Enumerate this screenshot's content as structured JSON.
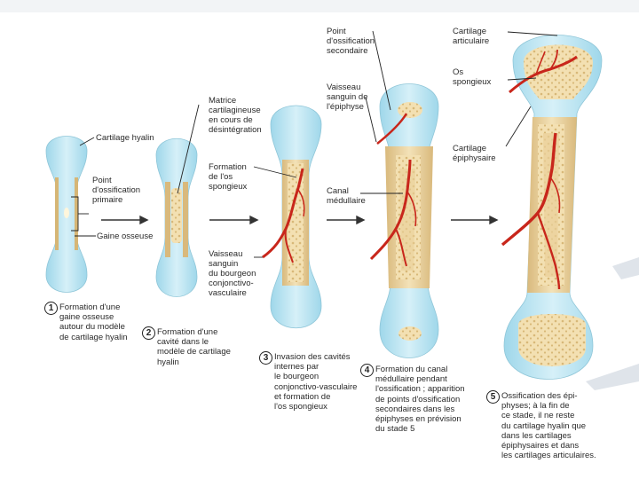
{
  "labels": {
    "cartilage_hyalin": "Cartilage hyalin",
    "point_ossification_primaire": "Point\nd'ossification\nprimaire",
    "gaine_osseuse": "Gaine osseuse",
    "matrice": "Matrice\ncartilagineuse\nen cours de\ndésintégration",
    "formation_os_spongieux": "Formation\nde l'os\nspongieux",
    "vaisseau_bourgeon": "Vaisseau\nsanguin\ndu bourgeon\nconjonctivo-\nvasculaire",
    "point_ossification_secondaire": "Point\nd'ossification\nsecondaire",
    "vaisseau_epiphyse": "Vaisseau\nsanguin de\nl'épiphyse",
    "canal_medullaire": "Canal\nmédullaire",
    "cartilage_articulaire": "Cartilage\narticulaire",
    "os_spongieux": "Os\nspongieux",
    "cartilage_epiphysaire": "Cartilage\népiphysaire"
  },
  "steps": [
    {
      "number": "1",
      "caption": "Formation d'une\ngaine osseuse\nautour du modèle\nde cartilage hyalin"
    },
    {
      "number": "2",
      "caption": "Formation d'une\ncavité dans le\nmodèle de cartilage\nhyalin"
    },
    {
      "number": "3",
      "caption": "Invasion des cavités\ninternes par\nle bourgeon\nconjonctivo-vasculaire\net formation de\nl'os spongieux"
    },
    {
      "number": "4",
      "caption": "Formation du canal\nmédullaire pendant\nl'ossification ; apparition\nde points d'ossification\nsecondaires dans les\népiphyses en prévision\ndu stade 5"
    },
    {
      "number": "5",
      "caption": "Ossification des épi-\nphyses; à la fin de\nce stade, il ne reste\ndu cartilage hyalin que\ndans les cartilages\népiphysaires et dans\nles cartilages articulaires."
    }
  ],
  "colors": {
    "cartilage": "#bfe6f2",
    "bone": "#e8cd97",
    "spongy": "#f1dcae",
    "vessel": "#c8261b",
    "accent_bar": "#dfe4ea"
  }
}
